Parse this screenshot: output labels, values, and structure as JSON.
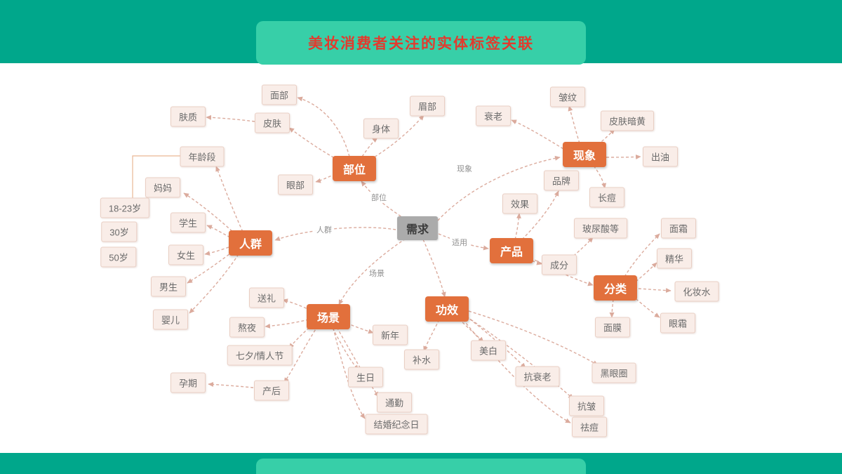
{
  "header": {
    "title": "美妆消费者关注的实体标签关联"
  },
  "colors": {
    "band": "#00A78B",
    "panel": "#37CFA8",
    "title_text": "#E23B2E",
    "category_node": "#E2703C",
    "center_node": "#ABABAB",
    "leaf_bg": "#F9EDE8",
    "leaf_border": "#E9CFC4",
    "edge": "#D8A293"
  },
  "graph": {
    "center": "需求",
    "categories": {
      "buwei": "部位",
      "xianxiang": "现象",
      "renqun": "人群",
      "chanpin": "产品",
      "fenlei": "分类",
      "gongxiao": "功效",
      "changjing": "场景"
    },
    "edge_labels": {
      "buwei": "部位",
      "xianxiang": "现象",
      "renqun": "人群",
      "shiyong": "适用",
      "changjing": "场景"
    },
    "leaves": {
      "buwei": {
        "mianbu": "面部",
        "pifu": "皮肤",
        "fuzhi": "肤质",
        "shenti": "身体",
        "meibu": "眉部",
        "yanbu": "眼部"
      },
      "renqun": {
        "nianlingduan": "年龄段",
        "mama": "妈妈",
        "xuesheng": "学生",
        "nvsheng": "女生",
        "nansheng": "男生",
        "yinger": "婴儿",
        "age_18_23": "18-23岁",
        "age_30": "30岁",
        "age_50": "50岁"
      },
      "xianxiang": {
        "shuailao": "衰老",
        "zhouwen": "皱纹",
        "pifu_anhuang": "皮肤暗黄",
        "chuyou": "出油",
        "zhangdou": "长痘"
      },
      "chanpin": {
        "pinpai": "品牌",
        "xiaoguo": "效果",
        "chengfen": "成分",
        "boniaosuan_deng": "玻尿酸等"
      },
      "fenlei": {
        "mianshuang": "面霜",
        "jinghua": "精华",
        "huazhuangshui": "化妆水",
        "yanshuang": "眼霜",
        "mianmo": "面膜"
      },
      "gongxiao": {
        "bushui": "补水",
        "meibai": "美白",
        "kang_shuailao": "抗衰老",
        "heiyanquan": "黑眼圈",
        "kangzhou": "抗皱",
        "qudou": "祛痘"
      },
      "changjing": {
        "songli": "送礼",
        "aoye": "熬夜",
        "qixi_qingrenjie": "七夕/情人节",
        "xinnian": "新年",
        "shengri": "生日",
        "tongqin": "通勤",
        "jiehun_jinianri": "结婚纪念日",
        "chanhou": "产后",
        "yunqi": "孕期"
      }
    }
  }
}
